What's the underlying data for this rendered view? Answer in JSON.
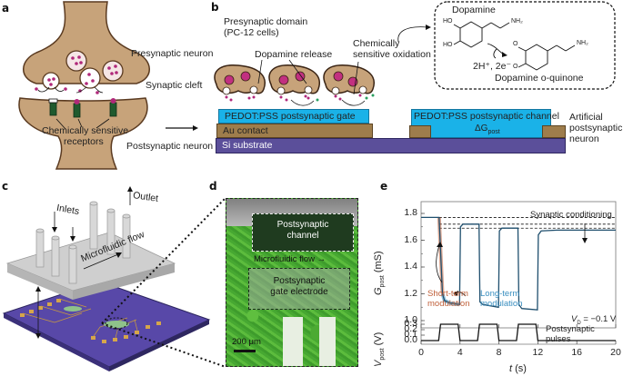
{
  "panels": {
    "a": {
      "label": "a",
      "presynaptic_neuron": "Presynaptic neuron",
      "synaptic_cleft": "Synaptic cleft",
      "receptors_line1": "Chemically sensitive",
      "receptors_line2": "receptors",
      "postsynaptic_neuron": "Postsynaptic neuron"
    },
    "b": {
      "label": "b",
      "presynaptic_domain_line1": "Presynaptic domain",
      "presynaptic_domain_line2": "(PC-12 cells)",
      "dopamine_release": "Dopamine release",
      "oxidation_line1": "Chemically",
      "oxidation_line2": "sensitive oxidation",
      "dopamine": "Dopamine",
      "byproducts": "2H⁺, 2e⁻",
      "quinone": "Dopamine o-quinone",
      "ho": "HO",
      "nh2": "NH₂",
      "oxygen": "O",
      "gate_layer": "PEDOT:PSS postsynaptic gate",
      "au_contact": "Au contact",
      "si_substrate": "Si substrate",
      "channel_layer": "PEDOT:PSS postsynaptic channel",
      "delta_g": "ΔG",
      "delta_g_sub": "post",
      "artificial_line1": "Artificial",
      "artificial_line2": "postsynaptic",
      "artificial_line3": "neuron"
    },
    "c": {
      "label": "c",
      "inlets": "Inlets",
      "outlet": "Outlet",
      "microfluidic_flow": "Microfluidic flow"
    },
    "d": {
      "label": "d",
      "channel_line1": "Postsynaptic",
      "channel_line2": "channel",
      "flow": "Microfluidic flow →",
      "gate_line1": "Postsynaptic",
      "gate_line2": "gate electrode",
      "scale_bar": "200 μm"
    },
    "e": {
      "label": "e",
      "annotation_conditioning": "Synaptic conditioning",
      "annotation_short_line1": "Short-term",
      "annotation_short_line2": "modulation",
      "annotation_long_line1": "Long-term",
      "annotation_long_line2": "modulation",
      "annotation_vd": "V",
      "annotation_vd_sub": "D",
      "annotation_vd_value": " = −0.1 V",
      "annotation_pulses_line1": "Postsynaptic",
      "annotation_pulses_line2": "pulses"
    }
  },
  "colors": {
    "neuron_fill": "#c7a37a",
    "neuron_stroke": "#5a3a20",
    "vesicle_dot": "#b0287a",
    "receptor": "#1f5a2e",
    "pedot": "#1ab2e8",
    "au": "#9e7d4c",
    "si": "#5b4f9a",
    "short_term": "#c0603a",
    "long_term": "#3a8fc0",
    "trace": "#1f4f6e"
  },
  "chart_data": [
    {
      "type": "line",
      "title": "",
      "xlabel": "t (s)",
      "ylabel": "G_post (mS)",
      "xlim": [
        0,
        20
      ],
      "ylim": [
        0.95,
        1.85
      ],
      "xticks": [
        0,
        4,
        8,
        12,
        16,
        20
      ],
      "yticks": [
        1.0,
        1.2,
        1.4,
        1.6,
        1.8
      ],
      "grid": false,
      "series": [
        {
          "name": "G_post",
          "x": [
            0,
            1.85,
            2.2,
            2.4,
            3.0,
            3.95,
            4.05,
            4.3,
            5.95,
            6.05,
            6.35,
            7.95,
            8.05,
            8.3,
            9.95,
            10.05,
            10.35,
            11.95,
            12.05,
            12.35,
            14,
            20
          ],
          "y": [
            1.77,
            1.77,
            1.2,
            1.15,
            1.13,
            1.12,
            1.7,
            1.72,
            1.72,
            1.14,
            1.12,
            1.1,
            1.67,
            1.69,
            1.69,
            1.12,
            1.09,
            1.08,
            1.64,
            1.67,
            1.675,
            1.675
          ]
        }
      ],
      "reference_lines": [
        1.77,
        1.72,
        1.69
      ],
      "annotations": [
        "Synaptic conditioning",
        "Short-term modulation",
        "Long-term modulation",
        "V_D = -0.1 V"
      ]
    },
    {
      "type": "line",
      "title": "",
      "xlabel": "t (s)",
      "ylabel": "V_post (V)",
      "xlim": [
        0,
        20
      ],
      "ylim": [
        -0.03,
        0.34
      ],
      "xticks": [
        0,
        4,
        8,
        12,
        16,
        20
      ],
      "yticks": [
        0.0,
        0.1,
        0.2,
        0.3
      ],
      "grid": false,
      "series": [
        {
          "name": "V_post",
          "x": [
            0,
            1.8,
            2.0,
            3.8,
            4.0,
            5.8,
            6.0,
            7.8,
            8.0,
            9.8,
            10.0,
            11.8,
            12.0,
            20
          ],
          "y": [
            0,
            0,
            0.3,
            0.3,
            0,
            0,
            0.3,
            0.3,
            0,
            0,
            0.3,
            0.3,
            0,
            0
          ]
        }
      ],
      "annotations": [
        "Postsynaptic pulses"
      ]
    }
  ],
  "axis_text": {
    "g_ylabel_main": "G",
    "g_ylabel_sub": "post",
    "g_ylabel_unit": " (mS)",
    "v_ylabel_main": "V",
    "v_ylabel_sub": "post",
    "v_ylabel_unit": " (V)",
    "xlabel_main": "t",
    "xlabel_unit": " (s)",
    "g_ticks": [
      "1.0",
      "1.2",
      "1.4",
      "1.6",
      "1.8"
    ],
    "v_ticks": [
      "0.0",
      "0.1",
      "0.2",
      "0.3"
    ],
    "x_ticks": [
      "0",
      "4",
      "8",
      "12",
      "16",
      "20"
    ]
  }
}
